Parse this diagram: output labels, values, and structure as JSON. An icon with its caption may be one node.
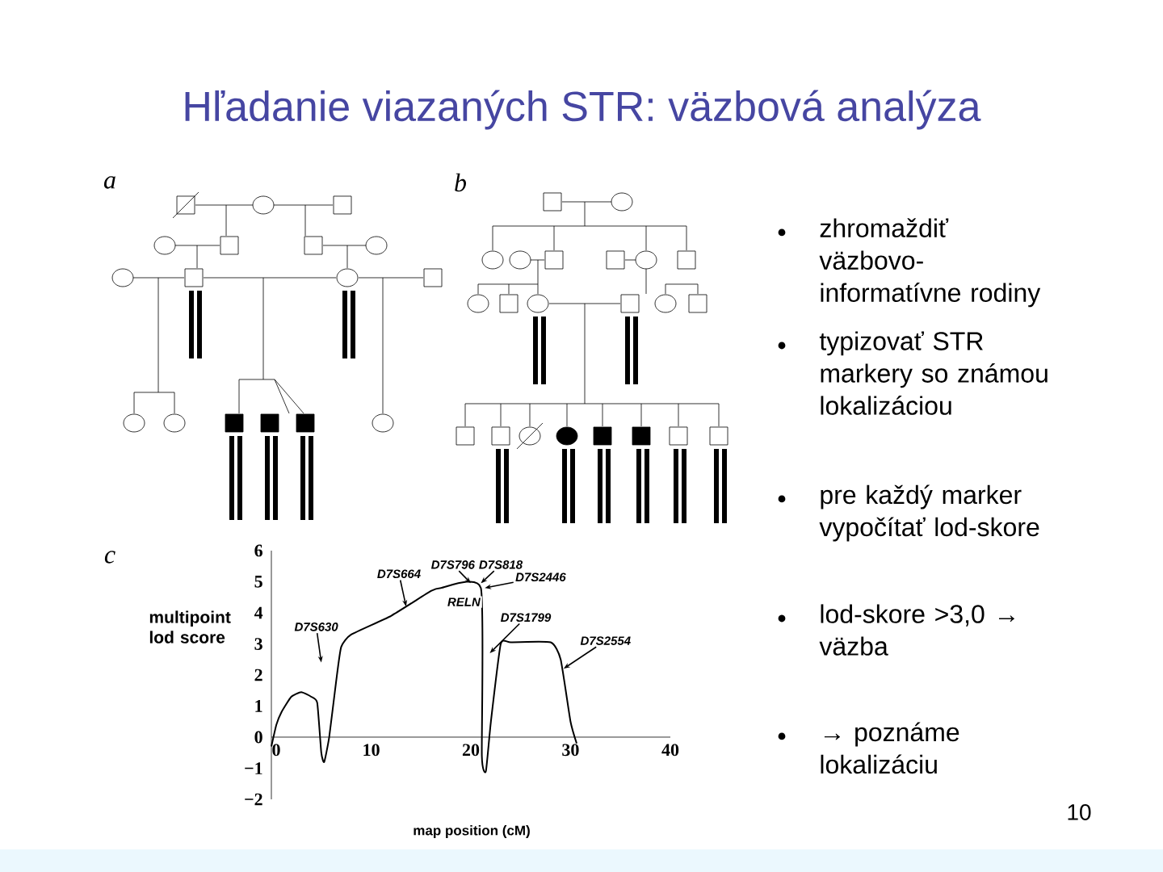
{
  "diagram": {
    "title": "Hľadanie viazaných STR: väzbová analýza",
    "labels": [
      "a",
      "b",
      "c",
      "zhromaždiť väzbovo-informatívne rodiny",
      "typizovať STR markery so známou lokalizáciou",
      "pre každý marker vypočítať lod-skore",
      "lod-skore >3,0 → väzba",
      "→ poznáme lokalizáciu",
      "10"
    ],
    "chart_data": {
      "type": "line",
      "xlabel": "map position (cM)",
      "ylabel": "multipoint lod score",
      "x": [
        0,
        0.5,
        1,
        2,
        3,
        4,
        4.6,
        5,
        5.3,
        5.8,
        6.5,
        7,
        8,
        12,
        16,
        17,
        21,
        21.1,
        21.5,
        22,
        23,
        24,
        28,
        29,
        30,
        30.6
      ],
      "values": [
        -0.3,
        0.4,
        0.8,
        1.3,
        1.45,
        1.3,
        1.1,
        -0.5,
        -0.8,
        0,
        1.8,
        2.9,
        3.3,
        3.9,
        4.7,
        4.8,
        4.8,
        -0.6,
        -1.1,
        0.5,
        3.0,
        3.05,
        3.05,
        2.5,
        0.5,
        -0.2
      ],
      "xlim": [
        0,
        40
      ],
      "ylim": [
        -2,
        6
      ],
      "xticks": [
        0,
        10,
        20,
        30,
        40
      ],
      "yticks": [
        -2,
        -1,
        0,
        1,
        2,
        3,
        4,
        5,
        6
      ],
      "annotations": [
        {
          "text": "D7S630",
          "x": 5,
          "y": 2.4
        },
        {
          "text": "D7S664",
          "x": 13.5,
          "y": 4.2
        },
        {
          "text": "D7S796",
          "x": 20,
          "y": 4.95
        },
        {
          "text": "D7S818",
          "x": 21,
          "y": 4.95
        },
        {
          "text": "D7S2446",
          "x": 21.4,
          "y": 4.8
        },
        {
          "text": "D7S1799",
          "x": 21.9,
          "y": 2.7
        },
        {
          "text": "D7S2554",
          "x": 29.3,
          "y": 2.2
        },
        "RELN"
      ]
    }
  }
}
